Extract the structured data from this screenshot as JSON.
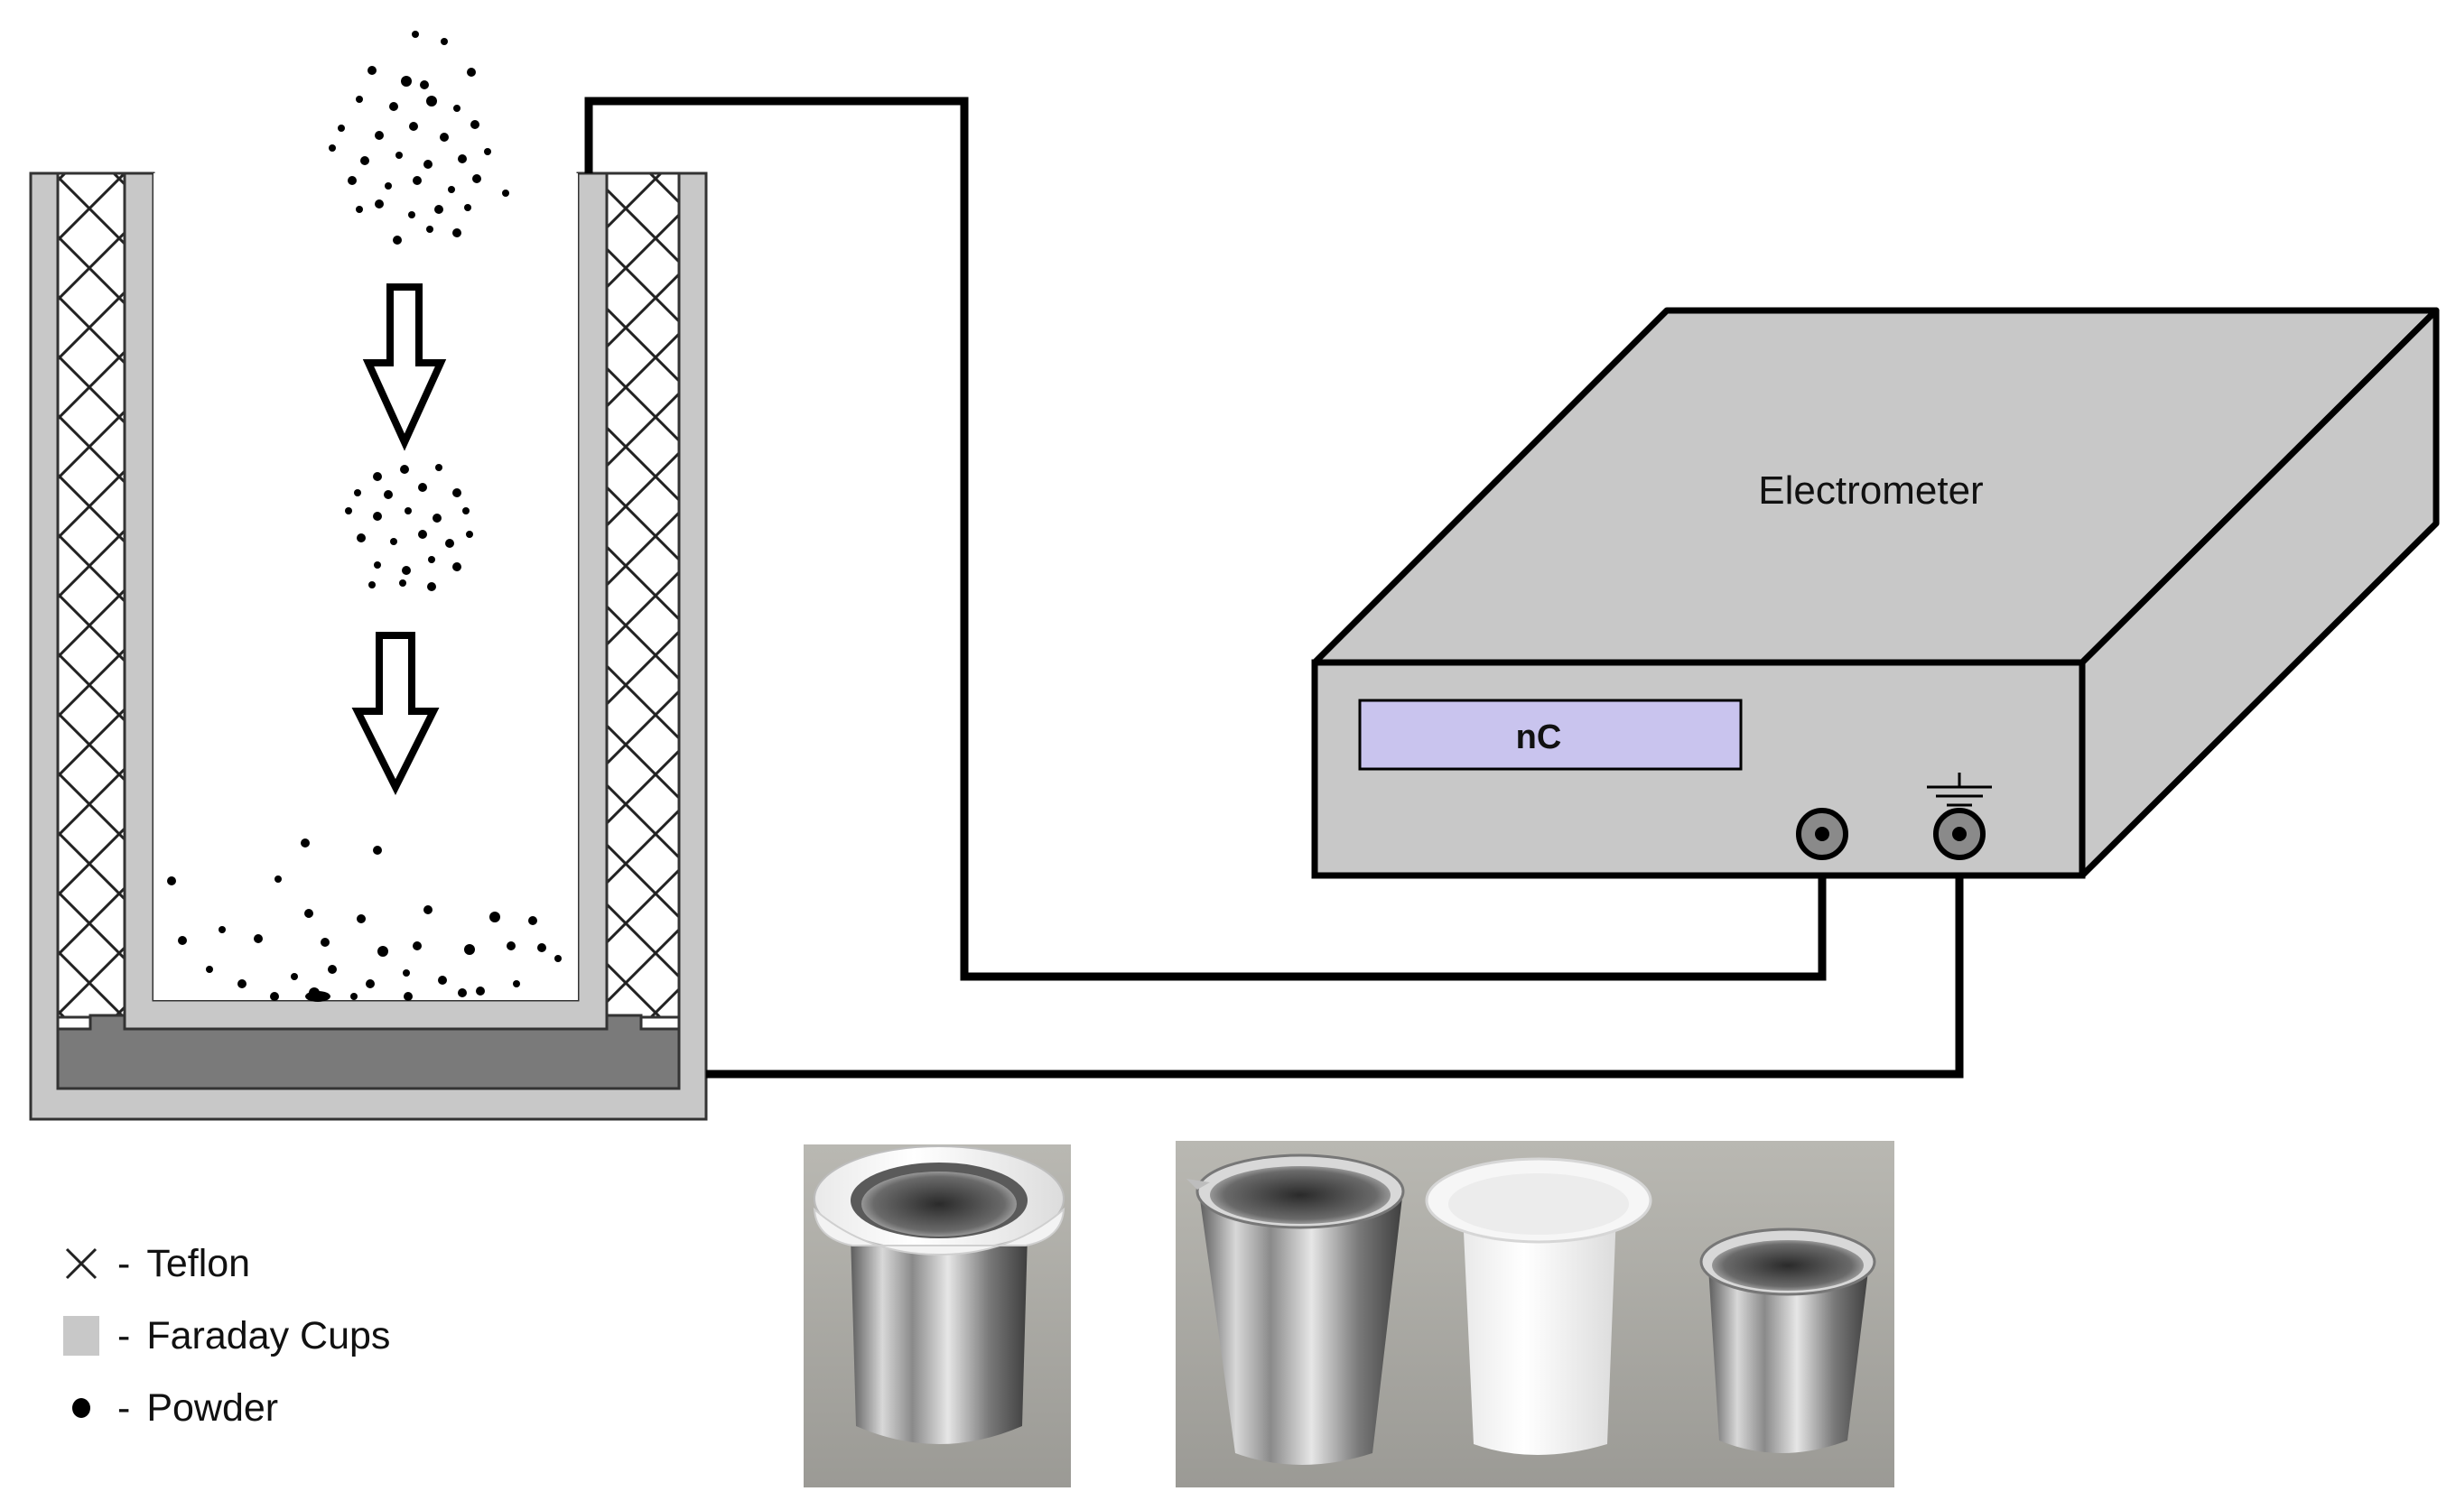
{
  "electrometer": {
    "label": "Electrometer",
    "display_unit": "nC"
  },
  "legend": {
    "items": [
      {
        "symbol": "teflon-cross-icon",
        "separator": "-",
        "label": "Teflon"
      },
      {
        "symbol": "faraday-cup-swatch",
        "separator": "-",
        "label": "Faraday Cups"
      },
      {
        "symbol": "powder-dot-icon",
        "separator": "-",
        "label": "Powder"
      }
    ]
  },
  "colors": {
    "faraday_cup": "#c8c8c8",
    "cup_base": "#7a7a7a",
    "device_body": "#c8c8c8",
    "display": "#c9c4ee",
    "wire": "#000000"
  }
}
